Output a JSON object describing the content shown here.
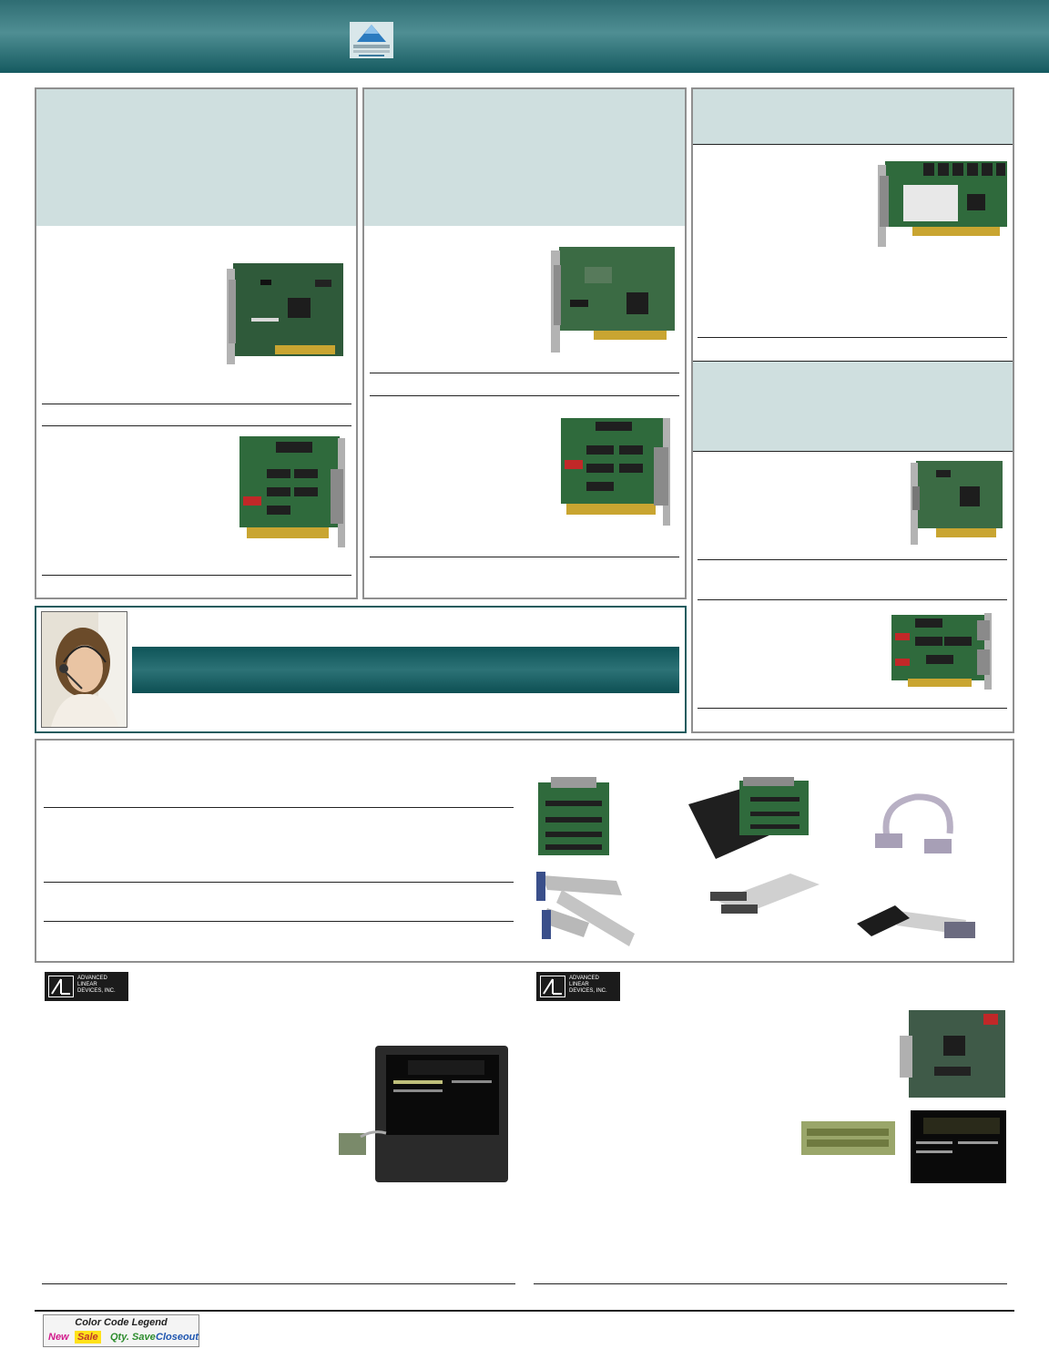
{
  "colors": {
    "banner": "#2f6d73",
    "box_header": "#cfdfdf",
    "help_bar": "#0e5458",
    "legend_new": "#d21b8c",
    "legend_sale_bg": "#ffe21a",
    "legend_qty": "#2c8c2c",
    "legend_save": "#c0392b",
    "legend_closeout": "#1f56b0"
  },
  "icons": {
    "logo": "mountain-logo-icon",
    "ald_logo": "ald-logo-icon"
  },
  "ald_logo_text": [
    "ADVANCED",
    "LINEAR",
    "DEVICES, INC."
  ],
  "legend": {
    "title": "Color Code Legend",
    "items": [
      "New",
      "Sale",
      "Qty. Save",
      "Closeout"
    ]
  }
}
